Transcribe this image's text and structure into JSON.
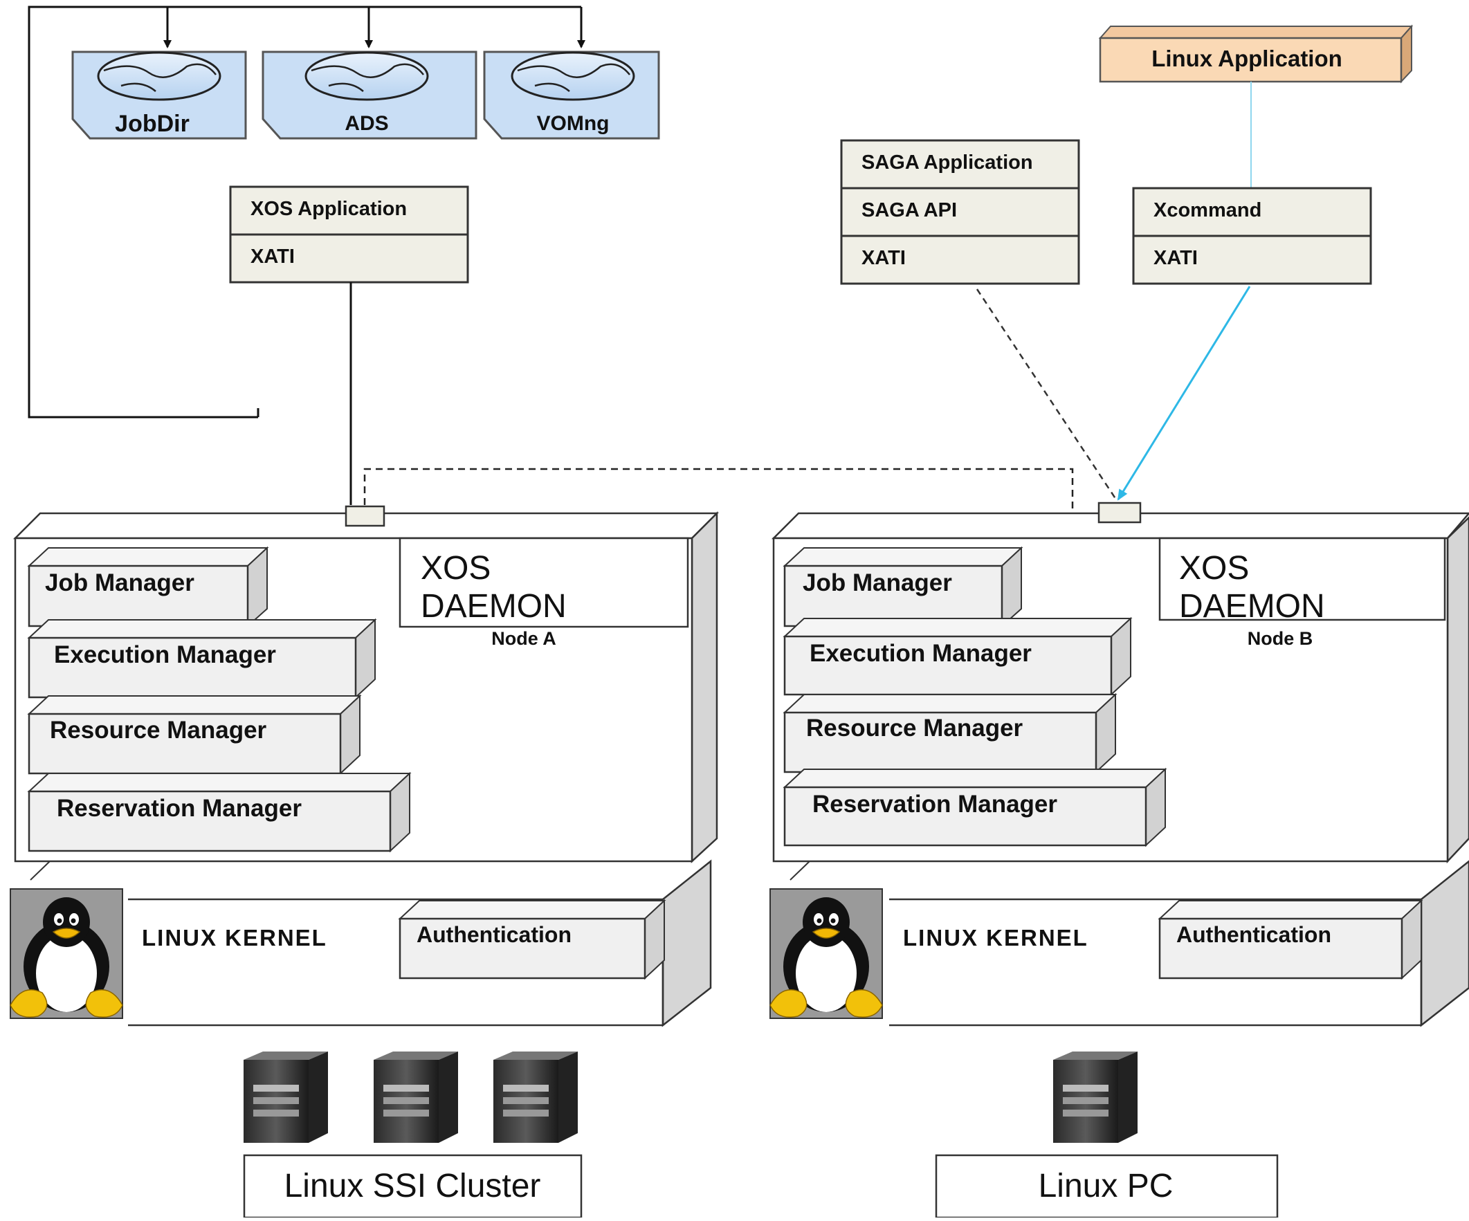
{
  "repositories": {
    "jobdir": "JobDir",
    "ads": "ADS",
    "vomng": "VOMng"
  },
  "apps": {
    "linux_application": "Linux Application",
    "xos_application": "XOS Application",
    "xos_xati": "XATI",
    "saga_application": "SAGA Application",
    "saga_api": "SAGA API",
    "saga_xati": "XATI",
    "xcommand": "Xcommand",
    "xcommand_xati": "XATI"
  },
  "node_a": {
    "daemon_line1": "XOS",
    "daemon_line2": "DAEMON",
    "node_label": "Node A",
    "job_manager": "Job Manager",
    "execution_manager": "Execution Manager",
    "resource_manager": "Resource Manager",
    "reservation_manager": "Reservation Manager",
    "kernel_label": "LINUX KERNEL",
    "authentication": "Authentication",
    "footer": "Linux SSI Cluster"
  },
  "node_b": {
    "daemon_line1": "XOS",
    "daemon_line2": "DAEMON",
    "node_label": "Node B",
    "job_manager": "Job Manager",
    "execution_manager": "Execution Manager",
    "resource_manager": "Resource Manager",
    "reservation_manager": "Reservation Manager",
    "kernel_label": "LINUX KERNEL",
    "authentication": "Authentication",
    "footer": "Linux PC"
  },
  "colors": {
    "repository_fill": "#c9def5",
    "linux_app_fill": "#fad9b5",
    "stack_box_fill": "#f0efe6",
    "module_side": "#d2d2d2",
    "xcommand_arrow": "#2eb8e6"
  },
  "icons": {
    "repository": "globe-icon",
    "os": "penguin-icon",
    "machine": "server-tower-icon"
  }
}
